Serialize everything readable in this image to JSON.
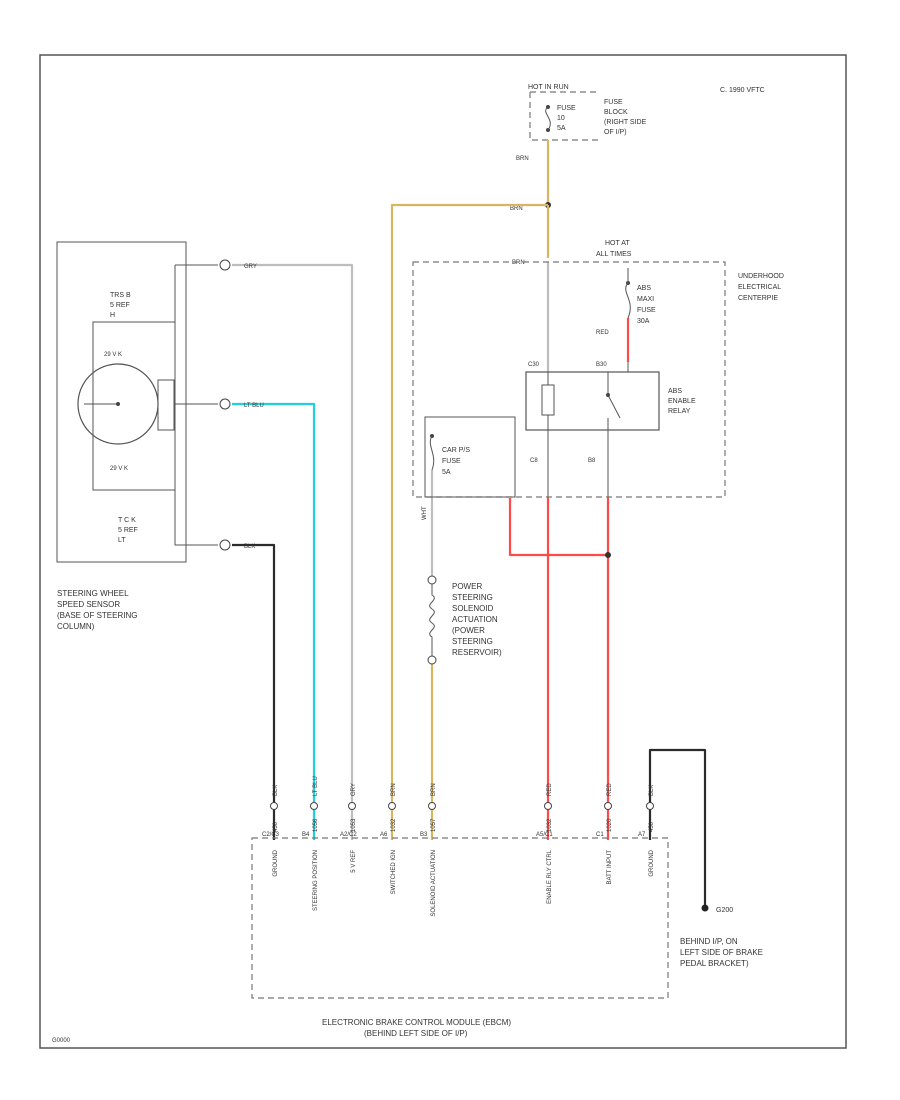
{
  "diagram": {
    "code": "C. 1990 VFTC",
    "corner_id": "G0000",
    "colors": {
      "brn": "#d9b560",
      "red": "#ff4a4a",
      "lt_blu": "#1fd0e0",
      "black": "#2b2b2b",
      "gray": "#bdbdbd",
      "outline": "#555555"
    },
    "fuse_block": {
      "hot_label": "HOT IN RUN",
      "fuse_lines": [
        "FUSE",
        "10",
        "5A"
      ],
      "block_lines": [
        "FUSE",
        "BLOCK",
        "(RIGHT SIDE",
        "OF I/P)"
      ]
    },
    "wire_labels": {
      "brn_top": "BRN",
      "brn_splice": "BRN",
      "brn_center": "BRN",
      "gry_top": "GRY",
      "lt_blu": "LT BLU",
      "blk": "BLK",
      "red_fuse": "RED",
      "wht": "WHT"
    },
    "underhood": {
      "hot_lines": [
        "HOT AT",
        "ALL TIMES"
      ],
      "center_lines": [
        "UNDERHOOD",
        "ELECTRICAL",
        "CENTERPIE"
      ],
      "abs_fuse_lines": [
        "ABS",
        "MAXI",
        "FUSE",
        "30A"
      ],
      "relay_lines": [
        "ABS",
        "ENABLE",
        "RELAY"
      ],
      "relay_c_top": "C30",
      "relay_b_top": "B30",
      "relay_c_bottom": "C8",
      "relay_b_bottom": "B8",
      "car_fuse_lines": [
        "CAR P/S",
        "FUSE",
        "5A"
      ]
    },
    "sensor": {
      "top_lines": [
        "TRS B",
        "5 REF",
        "H"
      ],
      "sw_top": "29 V K",
      "sw_bottom": "29 V K",
      "bottom_lines": [
        "T C K",
        "5 REF",
        "LT"
      ],
      "caption_lines": [
        "STEERING WHEEL",
        "SPEED SENSOR",
        "(BASE OF STEERING",
        "COLUMN)"
      ]
    },
    "solenoid": {
      "caption_lines": [
        "POWER",
        "STEERING",
        "SOLENOID",
        "ACTUATION",
        "(POWER",
        "STEERING",
        "RESERVOIR)"
      ]
    },
    "ground": {
      "id": "G200",
      "caption_lines": [
        "BEHIND I/P, ON",
        "LEFT SIDE OF BRAKE",
        "PEDAL BRACKET)"
      ]
    },
    "ebcm": {
      "pins": [
        {
          "pin": "C2/C3",
          "circuit": "450",
          "wire": "BLK",
          "name": "GROUND"
        },
        {
          "pin": "B4",
          "circuit": "1056",
          "wire": "LT BLU",
          "name": "STEERING POSITION"
        },
        {
          "pin": "A2/C2",
          "circuit": "1053",
          "wire": "GRY",
          "name": "5 V REF"
        },
        {
          "pin": "A6",
          "circuit": "1032",
          "wire": "BRN",
          "name": "SWITCHED IGN"
        },
        {
          "pin": "B3",
          "circuit": "1057",
          "wire": "BRN",
          "name": "SOLENOID ACTUATION"
        },
        {
          "pin": "A5/C1",
          "circuit": "1032",
          "wire": "RED",
          "name": "ENABLE RLY CTRL"
        },
        {
          "pin": "C1",
          "circuit": "1020",
          "wire": "RED",
          "name": "BATT INPUT"
        },
        {
          "pin": "A7",
          "circuit": "450",
          "wire": "BLK",
          "name": "GROUND"
        }
      ],
      "caption_lines": [
        "ELECTRONIC BRAKE CONTROL MODULE (EBCM)",
        "(BEHIND LEFT SIDE OF I/P)"
      ]
    }
  }
}
